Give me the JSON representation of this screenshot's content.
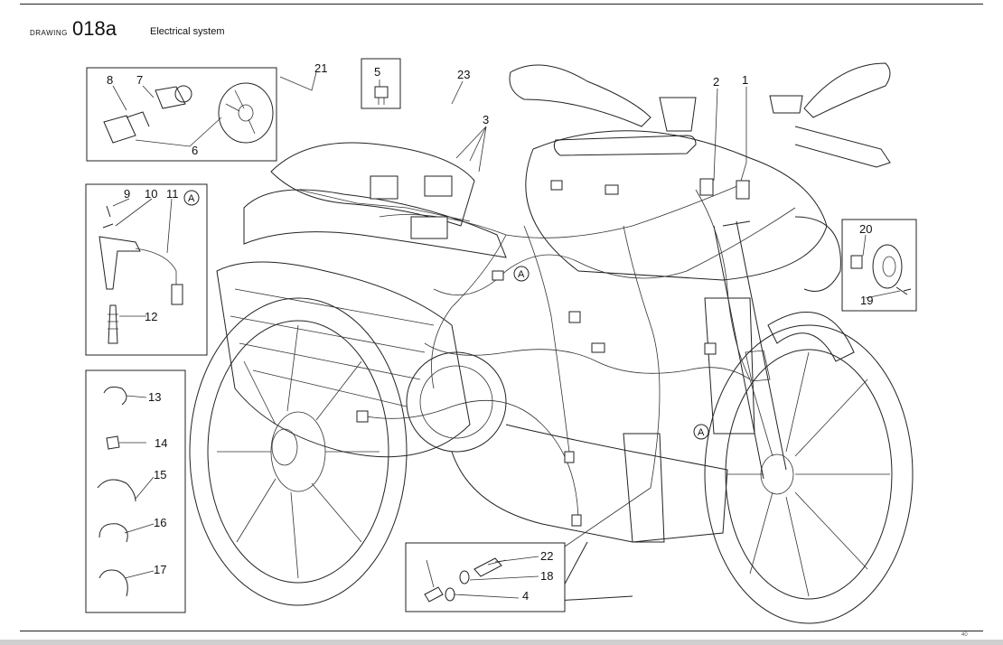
{
  "header": {
    "label": "DRAWING",
    "code": "018a",
    "title": "Electrical system"
  },
  "callouts": [
    "1",
    "2",
    "3",
    "4",
    "5",
    "6",
    "7",
    "8",
    "9",
    "10",
    "11",
    "12",
    "13",
    "14",
    "15",
    "16",
    "17",
    "18",
    "19",
    "20",
    "21",
    "22",
    "23"
  ],
  "view_markers": [
    "A",
    "A",
    "A"
  ],
  "footer": {
    "page_number": "40"
  }
}
